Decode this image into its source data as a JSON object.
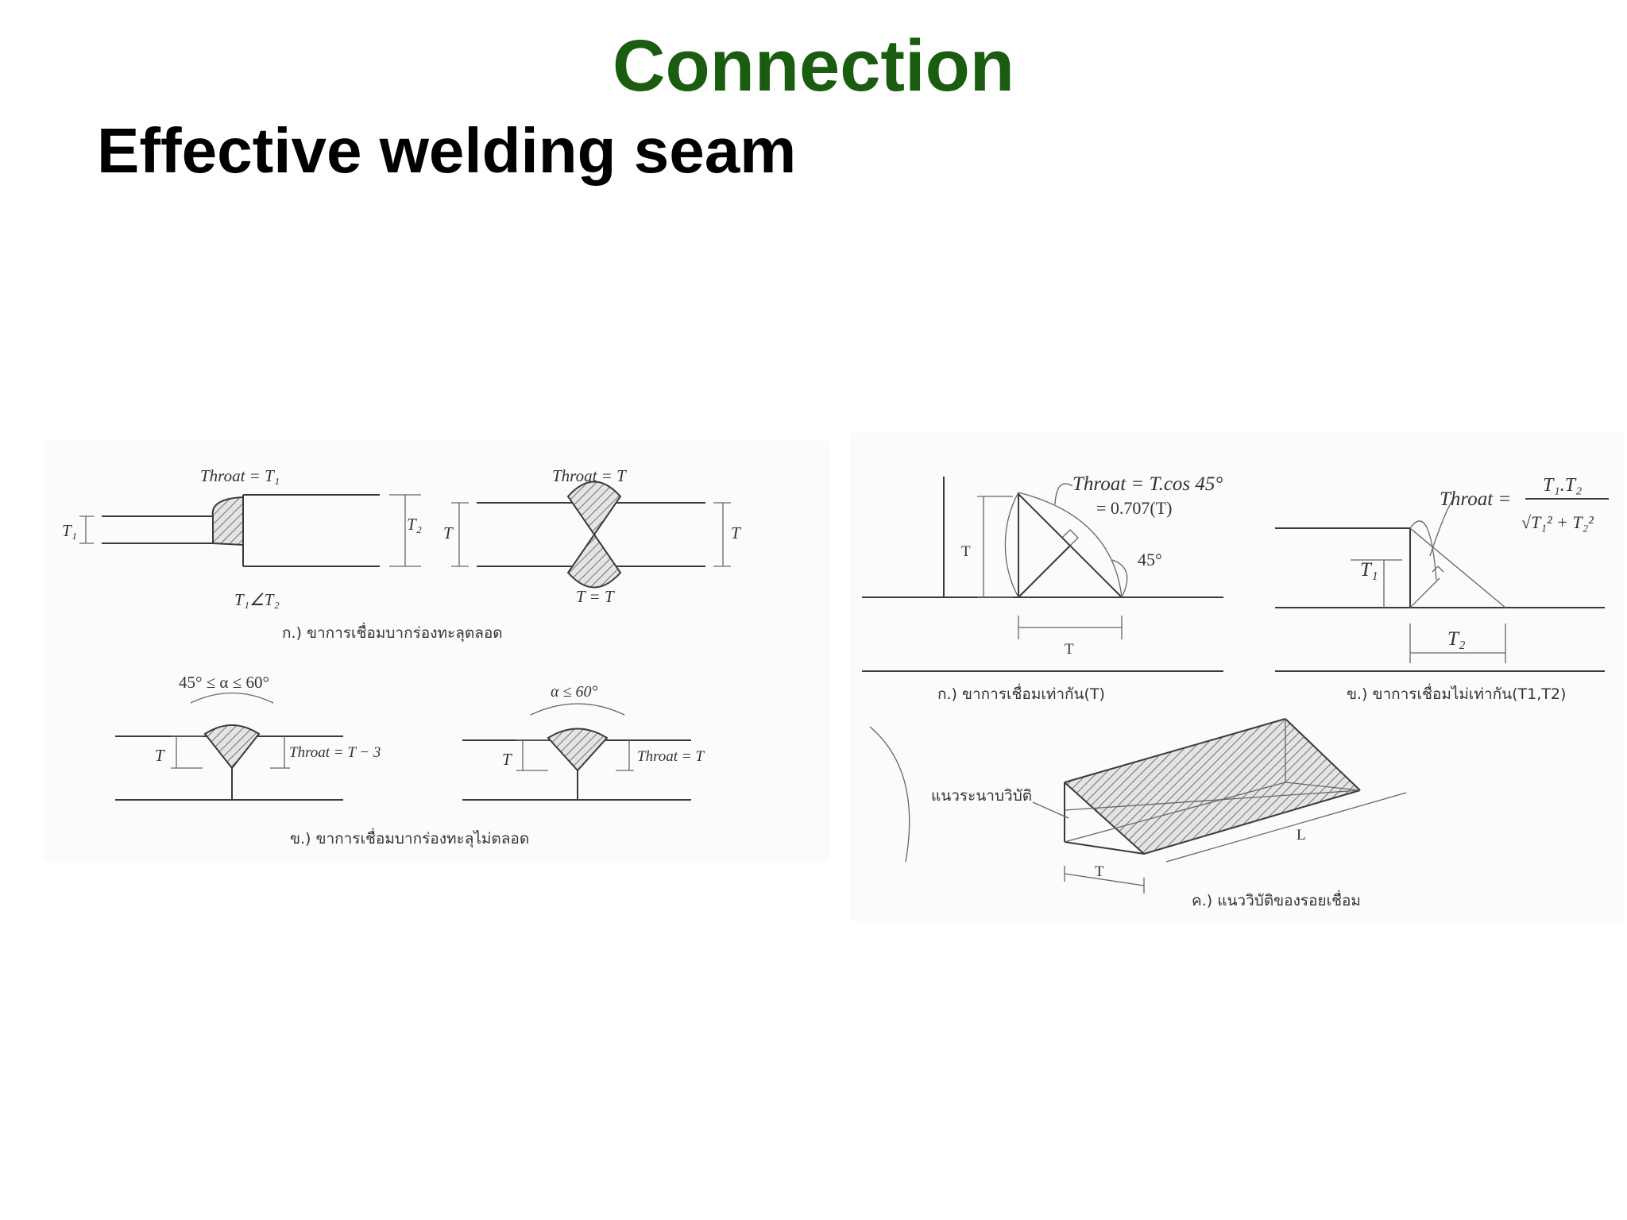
{
  "title": "Connection",
  "subtitle": "Effective welding seam",
  "left_figure": {
    "a1": {
      "throat": "Throat = T₁",
      "t1": "T₁",
      "t2": "T₂",
      "cond": "T₁∠T₂"
    },
    "a2": {
      "throat": "Throat = T",
      "t_left": "T",
      "t_right": "T",
      "cond": "T = T"
    },
    "caption_a": "ก.) ขาการเชื่อมบากร่องทะลุตลอด",
    "b1": {
      "angle": "45° ≤ α ≤ 60°",
      "t": "T",
      "throat": "Throat = T − 3"
    },
    "b2": {
      "angle": "α ≤ 60°",
      "t": "T",
      "throat": "Throat = T"
    },
    "caption_b": "ข.) ขาการเชื่อมบากร่องทะลุไม่ตลอด"
  },
  "right_figure": {
    "a": {
      "throat_line1": "Throat = T.cos 45°",
      "throat_line2": "= 0.707(T)",
      "angle": "45°",
      "t_vert": "T",
      "t_horiz": "T"
    },
    "caption_a": "ก.) ขาการเชื่อมเท่ากัน(T)",
    "b": {
      "throat": "Throat =",
      "numerator": "T₁.T₂",
      "denominator": "√T₁² + T₂²",
      "t1": "T₁",
      "t2": "T₂"
    },
    "caption_b": "ข.) ขาการเชื่อมไม่เท่ากัน(T1,T2)",
    "c": {
      "plane_label": "แนวระนาบวิบัติ",
      "t": "T",
      "l": "L"
    },
    "caption_c": "ค.) แนววิบัติของรอยเชื่อม"
  }
}
